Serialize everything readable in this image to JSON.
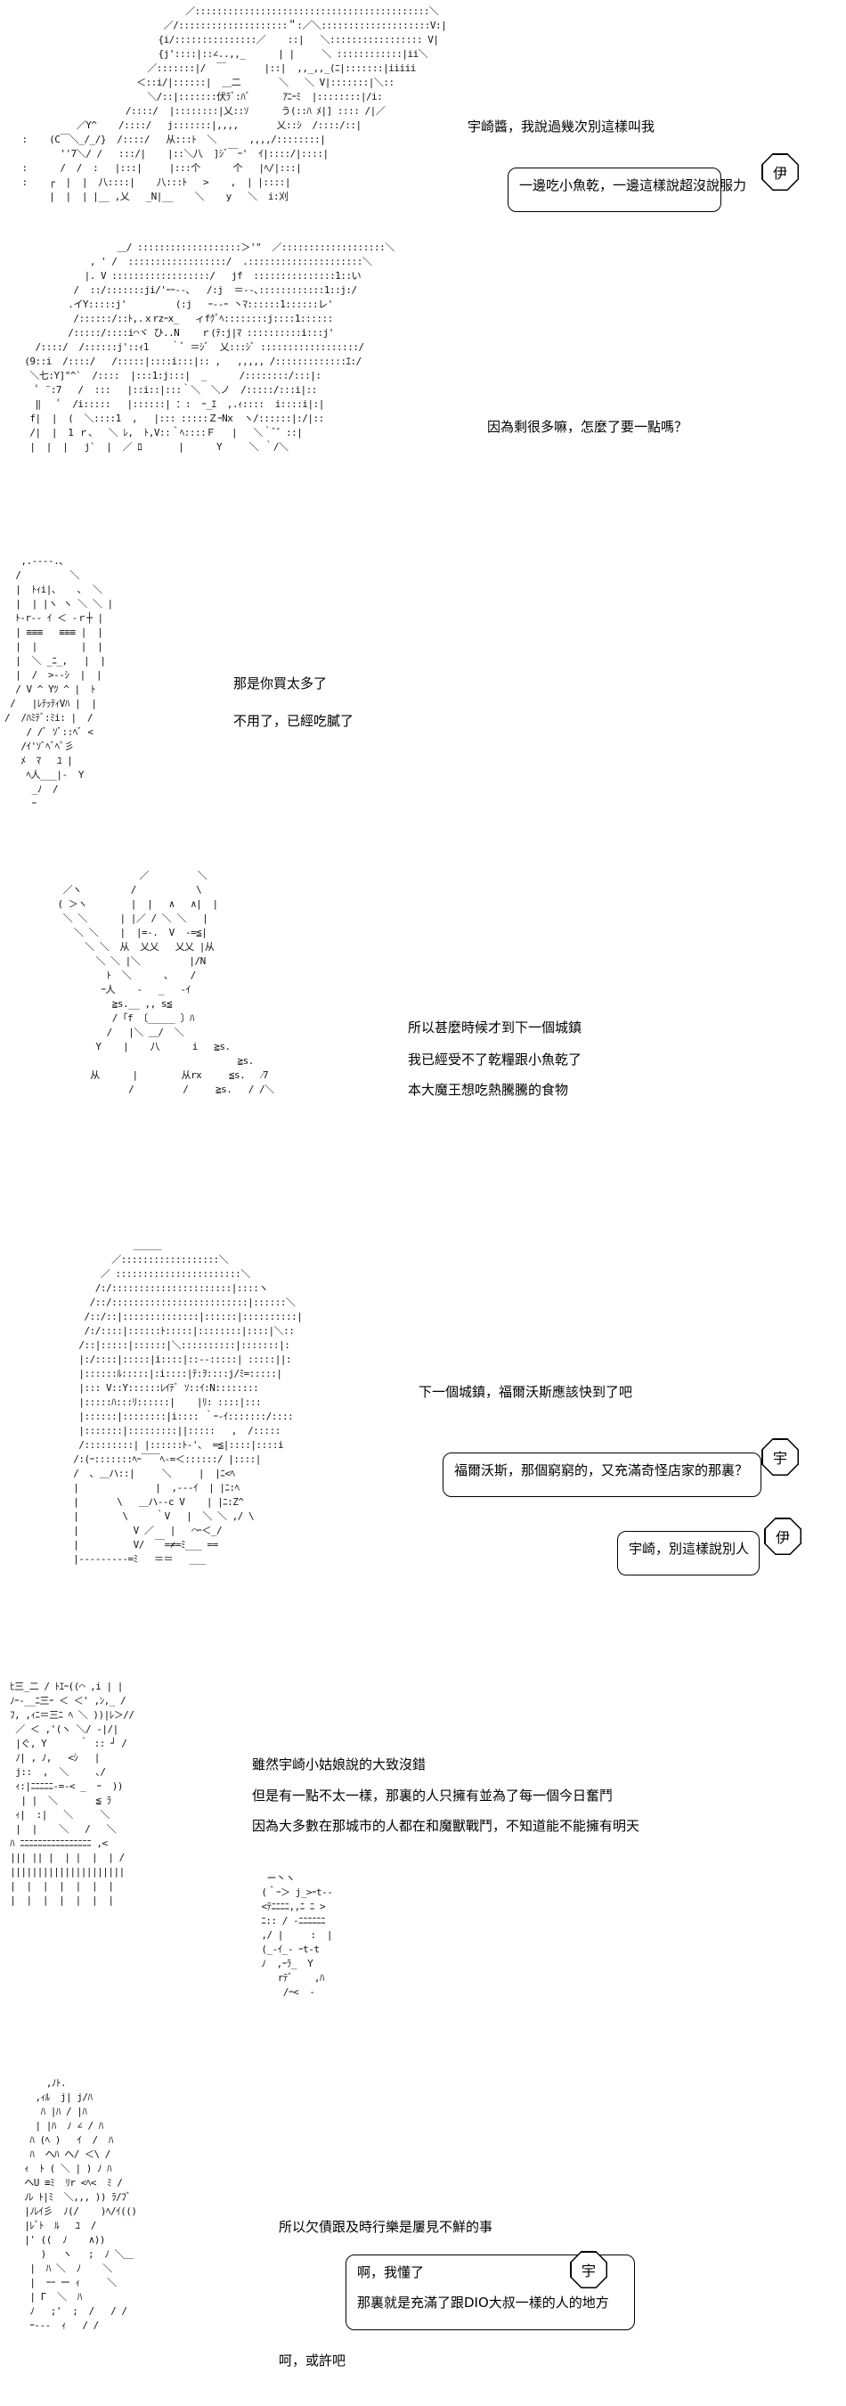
{
  "panels": [
    {
      "id": 1,
      "narration": [
        "宇崎醬，我說過幾次別這樣叫我"
      ],
      "bubble": {
        "speaker": "伊",
        "lines": [
          "一邊吃小魚乾，一邊這樣說超沒說服力"
        ]
      }
    },
    {
      "id": 2,
      "narration": [
        "因為剩很多嘛，怎麼了要一點嗎？"
      ]
    },
    {
      "id": 3,
      "narration": [
        "那是你買太多了",
        "不用了，已經吃膩了"
      ]
    },
    {
      "id": 4,
      "narration": [
        "所以甚麼時候才到下一個城鎮",
        "我已經受不了乾糧跟小魚乾了",
        "本大魔王想吃熱騰騰的食物"
      ]
    },
    {
      "id": 5,
      "narration": [
        "下一個城鎮，福爾沃斯應該快到了吧"
      ],
      "bubbles": [
        {
          "speaker": "宇",
          "lines": [
            "福爾沃斯，那個窮窮的，又充滿奇怪店家的那裏？"
          ]
        },
        {
          "speaker": "伊",
          "lines": [
            "宇崎，別這樣說別人"
          ]
        }
      ]
    },
    {
      "id": 6,
      "narration": [
        "雖然宇崎小姑娘說的大致沒錯",
        "但是有一點不太一樣，那裏的人只擁有並為了每一個今日奮鬥",
        "因為大多數在那城市的人都在和魔獸戰鬥，不知道能不能擁有明天"
      ]
    },
    {
      "id": 7,
      "narration": [
        "所以欠債跟及時行樂是屢見不鮮的事"
      ],
      "bubble": {
        "speaker": "宇",
        "lines": [
          "啊，我懂了",
          "那裏就是充滿了跟DIO大叔一樣的人的地方"
        ]
      },
      "closing": "呵，或許吧"
    }
  ],
  "ascii_art": {
    "p1": "                                  ／:::::::::::::::::::::::::::::::::::::::::::＼\n                              ／/::::::::::::::::::::＂:／＼::::::::::::::::::::V:|\n                             {i/:::::::::::::::／    ::|   ＼::::::::::::::::: V|\n                             {j'::::|::∠..,,_      | |     ＼ ::::::::::::|ii＼\n                           ／:::::::|/  ￣       |::|  ,,_,,_(ﾆ|:::::::|iiiii\n                         ＜::i/|::::::|  ＿二       ＼   ＼ V|:::::::|＼::\n                           ＼/::|:::::::伏ﾗﾞ:ﾊﾞ      ｱﾆｰﾐ  |::::::::|/i:\n                       /::::/  |::::::::|乂::ｿ      う(::ﾊ ﾒ|] :::: /|／\n              ／Y^    /::::/   j:::::::|,,,,       乂::ｼ  /::::/::|\n    :    (C￣＼_/_/}  /::::/   从:::ﾄ  ＼      ,,,,/::::::::|\n           ''7＼/ /   :::/|    |::＼八  ]ｼﾞ￣ｰ'  ｲ|::::/|::::|\n    :      /  /  :   |:::|     |:::个      个   |ﾍ/|:::|\n    :    ┌  |  |  八::::|    八:::ﾄ   >    ,  | |::::|\n         |  |  | |__ ,乂   _N|__    ＼    y   ＼  i:刈",
    "p2": "                   ＿/ :::::::::::::::::::＞'\"  ／:::::::::::::::::::＼\n              , ' /  ::::::::::::::::::/  .:::::::::::::::::::::＼\n             |. V ::::::::::::::::::/   jf  :::::::::::::::1::い\n           /  ::/:::::::ji/'ｰｰ--､   /:j  ＝--､::::::::::::1::j:/\n          .イY:::::j'         (:j   ｰ--ｰ 丶ﾏ::::::1::::::レ'\n           /::::::/::ﾄ,.ｘrzｰx_   ィfｸﾞﾍ::::::::j::::1::::::\n          /:::::/::::i⌒ヾ ひ..N    ｒ(ﾃ:j|ﾏ ::::::::::i:::j'\n    /::::/  /::::::j'::ｨ1    ｀ﾞ ＝ｼﾞ  乂:::ｼﾞ ::::::::::::::::::/\n  (9::i  /::::/   /:::::|::::i:::|:: ,   ,,,,, /:::::::::::::ｴ:/\n   ＼七:Y]\"^`  /::::  |:::1:j:::|  _      /::::::::/:::|:\n    ﾟ ¨:7   /  :::   |::i::|:::｀＼  ＼ノ  /:::::/:::i|::\n    ‖   ﾟ  /i:::::   |::::::| ：:  ｰ_ｴ  ,.ｨ::::  i::::i|:|\n   f|  |  (  ＼::::1  ,   |::: :::::ＺｰNx  ヽ/::::::|:/|::\n   /|  |  1 ｒ、  ＼ ﾚ,  ﾄ,V::＾ﾍ::::Ｆ   |   ＼｀ﾞ゛::|\n   |  |  |   j`  |  ／ ﾛ  　   |      Y     ＼ ｀/＼",
    "p3": "   ,.-‐‐‐.、\n  /         ＼\n  |  ﾄｨi|、   ､  ＼\n  |  | |ヽ ヽ ＼ ＼ |\n  ﾄ-r-‐ ｲ ＜ ‐ｒ┼ |\n  | ≡≡≡   ≡≡≡ |  |\n  |  |        |  |\n  |  ＼ _ﾆ_,   |  |\n  |  /  >-‐ｼ  |  |\n  / V ^ Yﾂ ^ |  ﾄ\n /   |ﾚﾃｯﾃｨVﾊ |  |\n/  /ﾊﾐﾃﾞ:ﾐi: |  /\n    / /ﾞ ｿﾞ::ﾍﾞ <\n   /ｲ'ｿﾞﾍﾞﾍﾟ彡\n   ﾒ  ﾏ   ﾕ |\n    ﾍ人___|-  Y\n     _ﾉ  /\n     ｰ",
    "p4": "                   ／         ＼\n     ／ヽ         /           \\\n    ( ＞ヽ        |  |   ∧   ∧|  |\n     ＼ ＼      | |／ / ＼ ＼   |\n       ＼ ＼    |  |=-.  V  -=≦|\n         ＼ ＼  从  乂乂   乂乂 |从\n           ＼ ＼ |＼         |/N\n             ﾄ  ＼      ､    /\n            ｰ人    -   _   -ｲ\n              ≧s.__ ,, s≦\n              / ｢f 〔_____ 〕ﾊ\n             /   |＼ ＿/  ＼\n           Y    |    八      i   ≧s.\n                                     ≧s.\n          从      |        从rx     ≦s.   ⁄7\n                 /         /     ≧s.   / /＼",
    "p5": "             ＿＿＿\n         ／::::::::::::::::::＼\n       ／ :::::::::::::::::::::::＼\n      /:/::::::::::::::::::::::|::::ヽ\n     /::/:::::::::::::::::::::::::|::::::＼\n    /::/::|::::::::::::::|::::::|::::::::::|\n    /:/::::|::::::ﾄ:::::|::::::::|::::|＼::\n   /::|:::::|::::::|＼::::::::::|:::::::|:\n   |:/::::|:::::|i::::|::-‐:::::| :::::||:\n   |::::::ﾙ:::::|:i::::|ﾃ:ｦ::::j/ﾐ=:::::|\n   |::: V::Y::::::ﾚｲﾃﾞ ｿ::ｲ:N::::::::\n   |:::::ﾊ:::ﾘ::::::|    |ﾘ: ::::|:::\n   |::::::|::::::::|i:::: ｀ｰ-ｲ:::::::/::::\n   |:::::::|:::::::::||:::::   ,  /:::::\n   /:::::::::| |::::::ﾄ-'、 =≦|::::|::::i\n  /:(ｰ:::::::ﾍｰ￣￣ﾍ-=＜::::::/ |::::|\n  /  ､ ＿ハ::|     ＼     |  |ﾆ<ﾍ\n  |              |  ,-‐-ｲ  | |ﾆ:ﾍ\n  |       \\   ＿ハ--c V    | |ﾆ:Z^\n  |        \\     ｀V   |  ＼ ＼ ,/ \\\n  |          V ／   |   ⌒ｰ＜_/\n  |          V/  ￣=≠=ﾐ___ ==\n  |-‐‐‐‐‐‐‐‐=ﾐ   ＝＝   ___",
    "p6": " ﾋ三_二 / ﾄｴｰ((⌒ ,i | |\n ﾉｰ-__ﾆ三ｰ ＜ ＜' ,ﾝ,_ /\n ﾌ, ,ｨﾆ＝三ﾆ ﾍ ＼ ))|ﾚ＞//\n  ／ ＜ ,'(ヽ ＼/ -|/|\n  |ぐ, Y      ｀ :: ┘ /\n  ﾉ| , ﾉ,   <ｼ   |\n  j::  ,  ＼     ､/\n  ｨ:|ﾆﾆﾆﾆﾆ-=-< _  ｰ  ))\n   | |  ＼       ≦ ﾗ\n  ｨ|  :|   ＼     ＼\n  |  |    ＼   /   ＼\n ﾊ ﾆﾆﾆﾆﾆﾆﾆﾆﾆﾆﾆﾆﾆﾆﾆﾆ ,<\n ||| || |  | |  |  | /\n |||||||||||||||||||||\n |  |  |  |  |  |  |\n |  |  |  |  |  |  |",
    "p6b": "    ー丶ヽ\n   (＾ｰ＞ j_>ｰt--\n   <ﾃﾆﾆﾆﾆ,,ﾆ ﾆ >\n   ﾆ:: / ‐ﾆﾆﾆﾆﾆﾆ\n   ,/ |     :  |\n   (_-ｲ_‐ ｰt-t\n   ﾉ  ,ｰﾗ_  Y\n      rﾃﾞ    ,ﾊ\n       /ｰ<  -",
    "p7": "      ,ﾉﾄ.\n    ,ｨﾙ  j| j/ﾊ\n     ﾊ |ﾊ / |ﾊ\n    | |ﾊ  ﾉ ∠ / ﾊ\n   ﾊ (ﾍ )   ｲ  /  ﾊ\n   ﾊ  ヘﾊ ヘ/ ＜\\ /\n  ｨ  ﾄ ( ＼ | ) ﾉ ﾊ\n  ヘU ≡ﾐ  ﾘr <ﾍ<  ﾐ /\n  ﾉﾚ ﾄ|ﾐ  ＼,,, )) ﾗ/ﾌﾞ\n  |ﾉﾚｲ彡  ﾉ(/    )ﾍ/ｲ(()\n  |ﾚﾞﾄ  ﾙ   ﾕ  /\n  |' ((  ﾉ    ∧))\n     )   ヽ   ;  ﾉ ＼＿\n   |  ﾊ ＼  ﾉ    ＼\n   |  ｰｰ ー ｨ     ＼\n   | Γ  ＼  ﾊ\n   ﾉ   ;'  ;  /   / /\n   ｰ--‐  ｨ   / /"
  }
}
